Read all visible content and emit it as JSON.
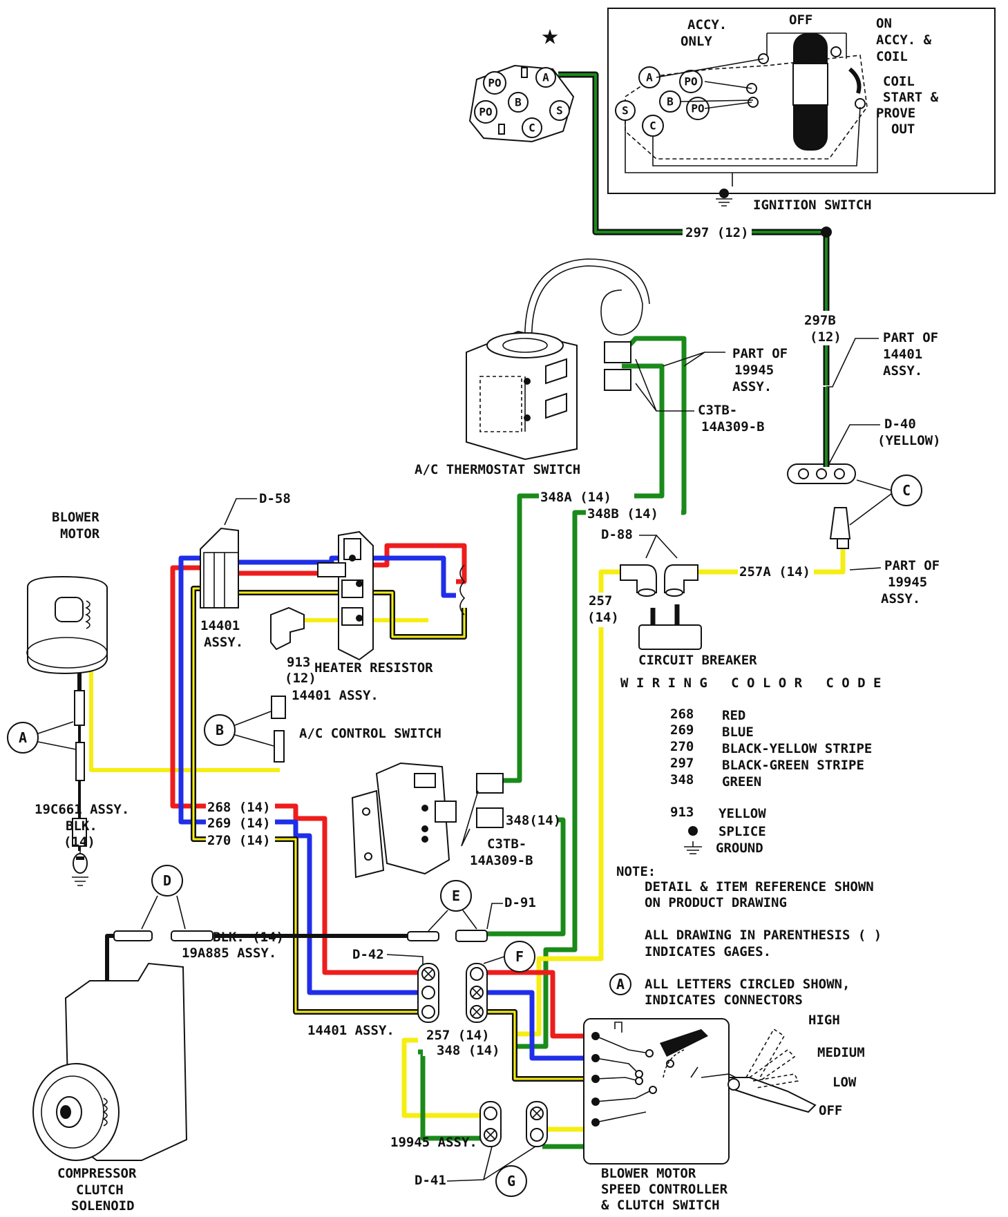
{
  "colors": {
    "red": "#ee1c1c",
    "blue": "#1f2ee8",
    "black": "#111111",
    "yellow": "#f5ee12",
    "green": "#1a8a1a",
    "black_yellow_stripe": [
      "#111111",
      "#f5ee12"
    ],
    "black_green_stripe": [
      "#111111",
      "#1a8a1a"
    ]
  },
  "symbols": {
    "star": "★",
    "ground": "ground-symbol-icon",
    "splice": "splice-dot-icon"
  },
  "ignition_switch": {
    "title": "IGNITION SWITCH",
    "positions": {
      "accy_only": "ACCY.\nONLY",
      "off": "OFF",
      "on_accy_coil": "ON\nACCY. &\nCOIL",
      "coil_start": "COIL\nSTART &\nPROVE\nOUT"
    },
    "terminals": [
      "A",
      "PO",
      "B",
      "PO",
      "S",
      "C"
    ],
    "connector_terminals": [
      "PO",
      "A",
      "PO",
      "B",
      "S",
      "C"
    ]
  },
  "wires": {
    "w297": "297 (12)",
    "w297b": "297B",
    "w297b_gauge": "(12)",
    "w348a": "348A (14)",
    "w348b": "348B (14)",
    "w257a": "257A (14)",
    "w257": "257",
    "w257_gauge": "(14)",
    "w913": "913",
    "w913_gauge": "(12)",
    "w268": "268 (14)",
    "w269": "269 (14)",
    "w270": "270 (14)",
    "w348": "348(14)",
    "w257_bottom": "257 (14)",
    "w348_bottom": "348 (14)",
    "blk14": "BLK. (14)",
    "blk": "BLK.",
    "blk_gauge": "(14)"
  },
  "labels": {
    "part_of_19945_top": "PART OF\n19945\nASSY.",
    "part_of_14401": "PART OF\n14401\nASSY.",
    "c3tb_top": "C3TB-\n14A309-B",
    "d40": "D-40\n(YELLOW)",
    "ac_thermostat": "A/C THERMOSTAT SWITCH",
    "d58": "D-58",
    "blower_motor": "BLOWER\nMOTOR",
    "assy_14401_left": "14401\nASSY.",
    "heater_resistor": "HEATER RESISTOR",
    "assy_14401_mid": "14401 ASSY.",
    "ac_control_switch": "A/C CONTROL SWITCH",
    "d88": "D-88",
    "part_of_19945_right": "PART OF\n19945\nASSY.",
    "circuit_breaker": "CIRCUIT BREAKER",
    "assy_19c661": "19C661 ASSY.",
    "c3tb_mid": "C3TB-\n14A309-B",
    "d91": "D-91",
    "d42": "D-42",
    "assy_19a885": "19A885 ASSY.",
    "assy_14401_bottom": "14401 ASSY.",
    "assy_19945_bottom": "19945 ASSY.",
    "d41": "D-41",
    "compressor": "COMPRESSOR\nCLUTCH\nSOLENOID",
    "blower_controller": "BLOWER MOTOR\nSPEED CONTROLLER\n& CLUTCH SWITCH",
    "high": "HIGH",
    "medium": "MEDIUM",
    "low": "LOW",
    "off": "OFF"
  },
  "connectors": {
    "A": "A",
    "B": "B",
    "C": "C",
    "D": "D",
    "E": "E",
    "F": "F",
    "G": "G"
  },
  "legend": {
    "title": "W I R I N G   C O L O R   C O D E",
    "entries": [
      {
        "code": "268",
        "name": "RED"
      },
      {
        "code": "269",
        "name": "BLUE"
      },
      {
        "code": "270",
        "name": "BLACK-YELLOW STRIPE"
      },
      {
        "code": "297",
        "name": "BLACK-GREEN STRIPE"
      },
      {
        "code": "348",
        "name": "GREEN"
      },
      {
        "code": "913",
        "name": "YELLOW"
      }
    ],
    "splice": "SPLICE",
    "ground": "GROUND"
  },
  "notes": {
    "heading": "NOTE:",
    "line1": "DETAIL & ITEM REFERENCE SHOWN\nON PRODUCT DRAWING",
    "line2": "ALL DRAWING IN PARENTHESIS ( )\nINDICATES GAGES.",
    "marker": "A",
    "line3": "ALL LETTERS CIRCLED SHOWN,\nINDICATES CONNECTORS"
  }
}
